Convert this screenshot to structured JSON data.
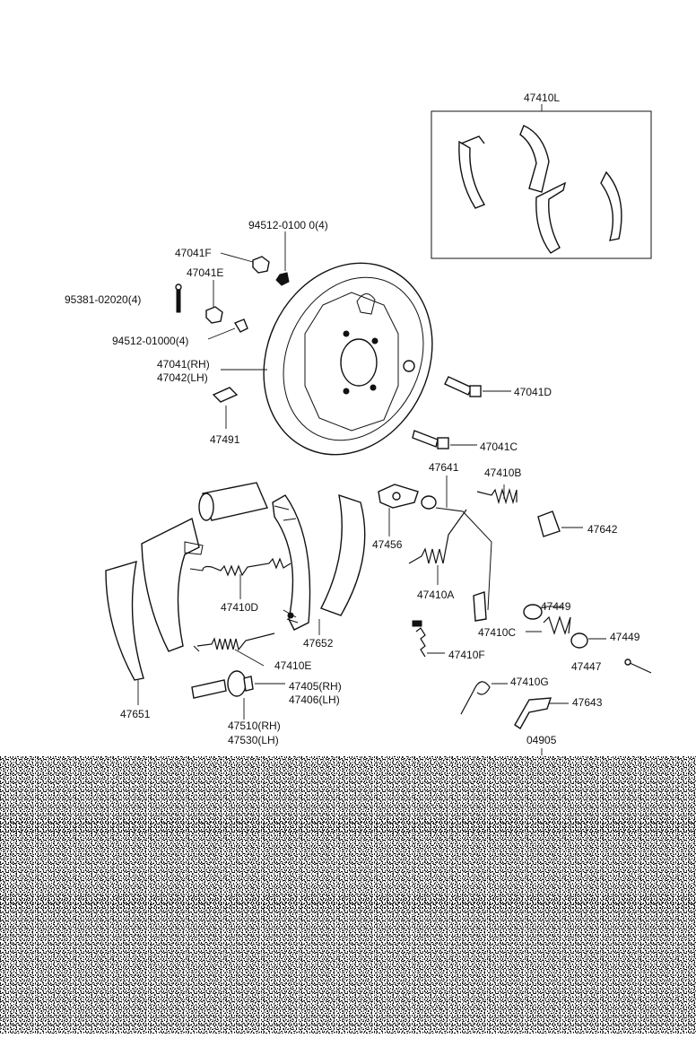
{
  "labels": {
    "kit_47410L": "47410L",
    "p94512_a": "94512-0100 0(4)",
    "p47041F": "47041F",
    "p47041E": "47041E",
    "p95381": "95381-02020(4)",
    "p94512_b": "94512-01000(4)",
    "p47041RH": "47041(RH)",
    "p47042LH": "47042(LH)",
    "p47041D": "47041D",
    "p47491": "47491",
    "p47041C": "47041C",
    "p47641": "47641",
    "p47410B": "47410B",
    "p47642": "47642",
    "p47456": "47456",
    "p47410A": "47410A",
    "p47410D": "47410D",
    "p47652": "47652",
    "p47449a": "47449",
    "p47410C": "47410C",
    "p47449b": "47449",
    "p47410F": "47410F",
    "p47447": "47447",
    "p47410E": "47410E",
    "p47405RH": "47405(RH)",
    "p47406LH": "47406(LH)",
    "p47410G": "47410G",
    "p47643": "47643",
    "p47651": "47651",
    "p47510RH": "47510(RH)",
    "p47530LH": "47530(LH)",
    "p04905": "04905"
  }
}
